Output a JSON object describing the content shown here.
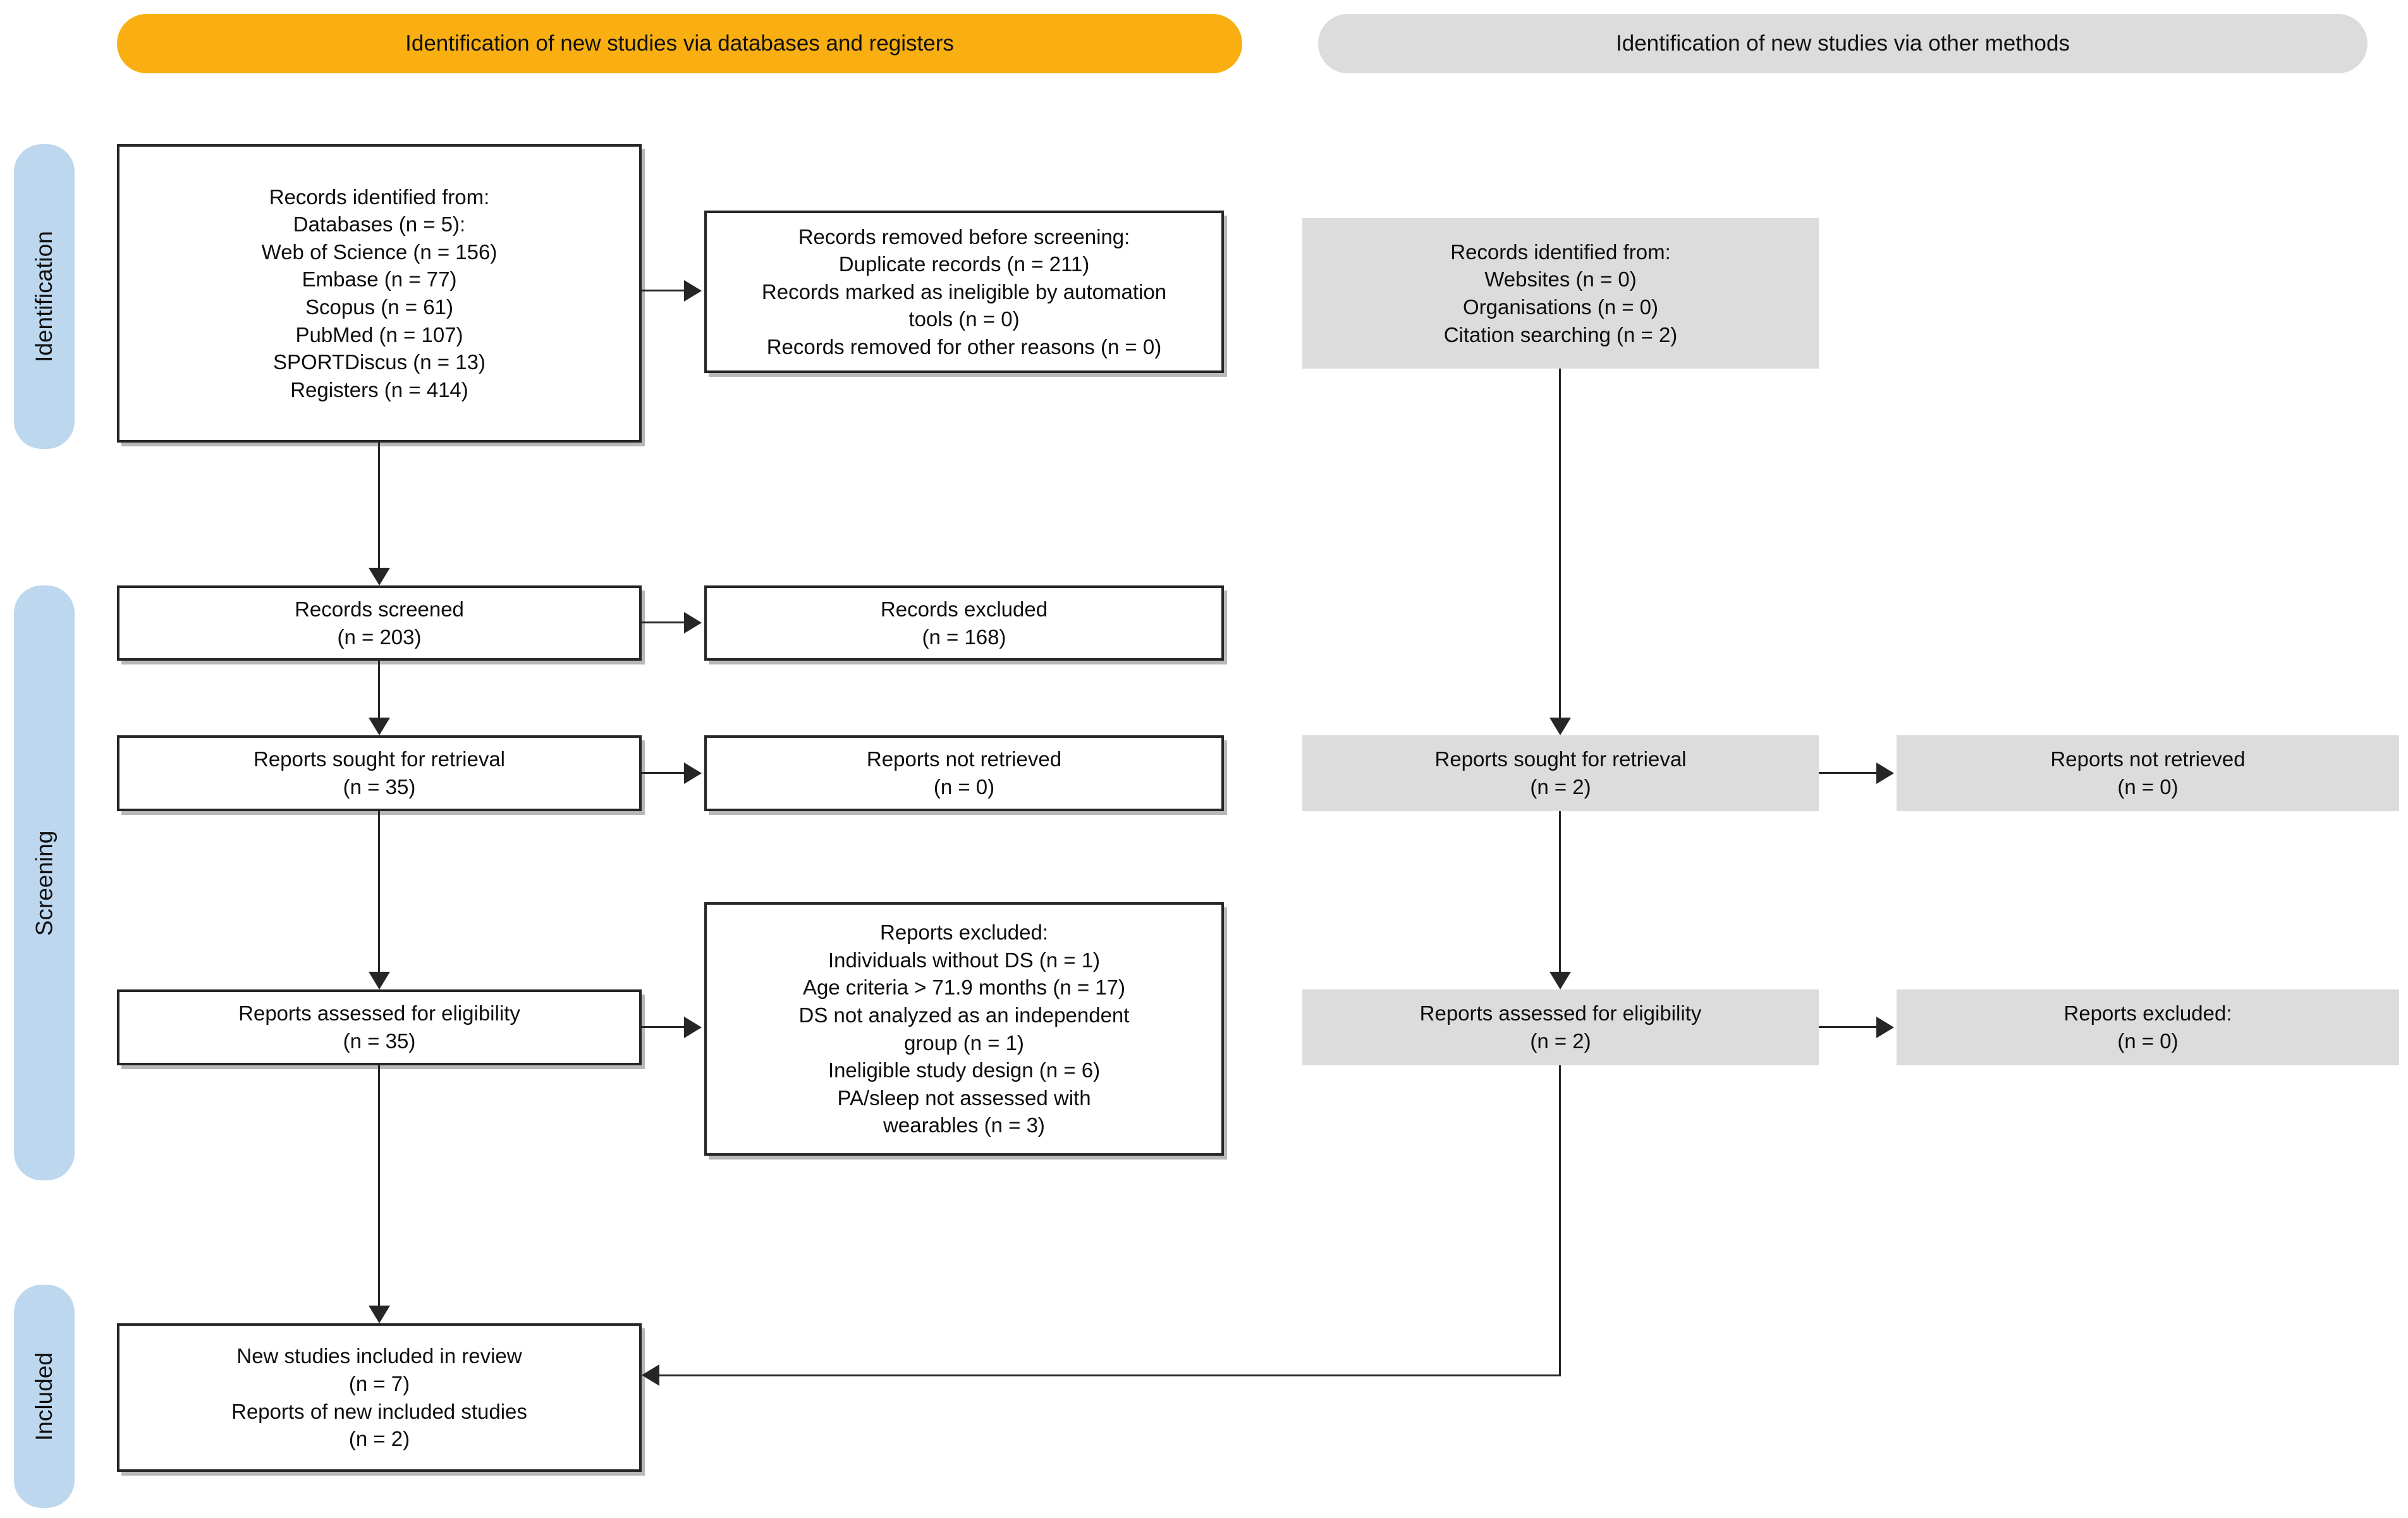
{
  "banners": {
    "left": "Identification of new studies via databases and registers",
    "right": "Identification of new studies via other methods"
  },
  "stages": {
    "identification": "Identification",
    "screening": "Screening",
    "included": "Included"
  },
  "boxes": {
    "records_identified": "Records identified from:\nDatabases (n = 5):\nWeb of Science (n = 156)\nEmbase (n = 77)\nScopus (n = 61)\nPubMed (n = 107)\nSPORTDiscus (n = 13)\nRegisters (n = 414)",
    "records_removed": "Records removed before screening:\nDuplicate records (n = 211)\nRecords marked as ineligible by automation\ntools (n = 0)\nRecords removed for other reasons (n = 0)",
    "other_identified": "Records identified from:\nWebsites (n = 0)\nOrganisations (n = 0)\nCitation searching (n = 2)",
    "records_screened": "Records screened\n(n = 203)",
    "records_excluded": "Records excluded\n(n = 168)",
    "reports_sought": "Reports sought for retrieval\n(n = 35)",
    "reports_not_retrieved": "Reports not retrieved\n(n = 0)",
    "reports_assessed": "Reports assessed for eligibility\n(n = 35)",
    "reports_excluded": "Reports excluded:\nIndividuals without DS (n = 1)\nAge criteria > 71.9 months (n = 17)\nDS not analyzed as an independent\ngroup (n = 1)\nIneligible study design (n = 6)\nPA/sleep not assessed with\nwearables (n = 3)",
    "other_sought": "Reports sought for retrieval\n(n = 2)",
    "other_not_retrieved": "Reports not retrieved\n(n = 0)",
    "other_assessed": "Reports assessed for eligibility\n(n = 2)",
    "other_excluded": "Reports excluded:\n(n = 0)",
    "included": "New studies included in review\n(n = 7)\nReports of new included studies\n(n = 2)"
  },
  "colors": {
    "banner_orange": "#F9AF11",
    "banner_gray": "#DCDCDC",
    "stage_blue": "#BDD7EE",
    "box_gray": "#DCDCDC",
    "box_white": "#FFFFFF",
    "line_black": "#262626"
  }
}
